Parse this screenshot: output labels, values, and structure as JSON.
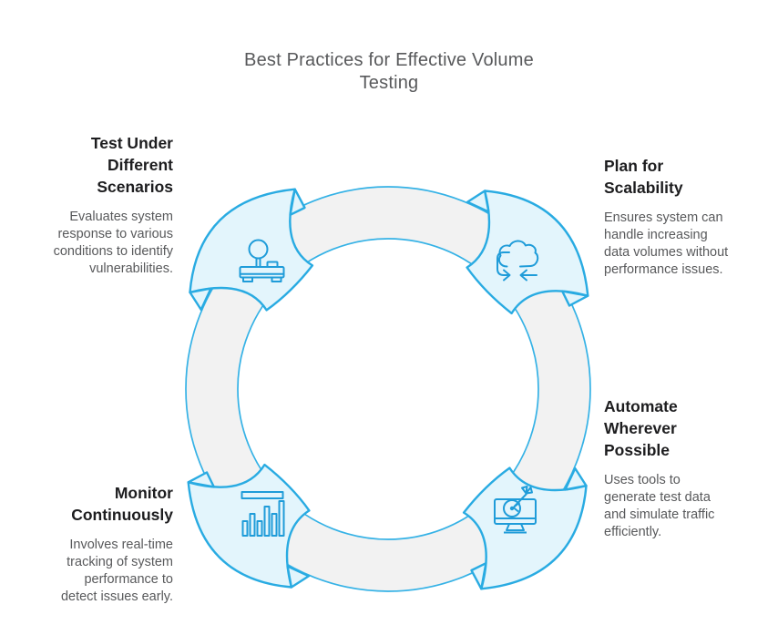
{
  "title": "Best Practices for Effective Volume Testing",
  "title_lines": [
    "Best Practices for Effective Volume",
    "Testing"
  ],
  "colors": {
    "accent": "#29abe2",
    "wedge_fill": "#e3f5fc",
    "ring_fill": "#f2f2f2",
    "ring_stroke": "#35b2e6",
    "icon_stroke": "#1f9cd9",
    "heading_text": "#1d1d1f",
    "body_text": "#58595b"
  },
  "nodes": [
    {
      "position": "top-left",
      "icon": "scale-icon",
      "heading": "Test Under Different Scenarios",
      "heading_lines": [
        "Test Under",
        "Different",
        "Scenarios"
      ],
      "description": "Evaluates system response to various conditions to identify vulnerabilities.",
      "description_lines": [
        "Evaluates system",
        "response to various",
        "conditions to identify",
        "vulnerabilities."
      ]
    },
    {
      "position": "top-right",
      "icon": "cloud-sync-icon",
      "heading": "Plan for Scalability",
      "heading_lines": [
        "Plan for",
        "Scalability"
      ],
      "description": "Ensures system can handle increasing data volumes without performance issues.",
      "description_lines": [
        "Ensures system can",
        "handle increasing",
        "data volumes without",
        "performance issues."
      ]
    },
    {
      "position": "bottom-right",
      "icon": "monitor-target-icon",
      "heading": "Automate Wherever Possible",
      "heading_lines": [
        "Automate",
        "Wherever",
        "Possible"
      ],
      "description": "Uses tools to generate test data and simulate traffic efficiently.",
      "description_lines": [
        "Uses tools to",
        "generate test data",
        "and simulate traffic",
        "efficiently."
      ]
    },
    {
      "position": "bottom-left",
      "icon": "bar-chart-icon",
      "heading": "Monitor Continuously",
      "heading_lines": [
        "Monitor",
        "Continuously"
      ],
      "description": "Involves real-time tracking of system performance to detect issues early.",
      "description_lines": [
        "Involves real-time",
        "tracking of system",
        "performance to",
        "detect issues early."
      ]
    }
  ]
}
